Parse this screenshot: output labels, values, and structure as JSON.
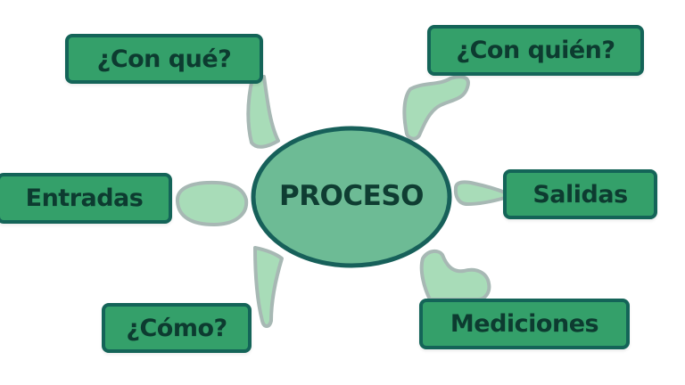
{
  "diagram": {
    "center": {
      "label": "PROCESO"
    },
    "nodes": [
      {
        "id": "con-que",
        "label": "¿Con qué?"
      },
      {
        "id": "con-quien",
        "label": "¿Con quién?"
      },
      {
        "id": "entradas",
        "label": "Entradas"
      },
      {
        "id": "salidas",
        "label": "Salidas"
      },
      {
        "id": "como",
        "label": "¿Cómo?"
      },
      {
        "id": "mediciones",
        "label": "Mediciones"
      }
    ]
  },
  "colors": {
    "box_fill": "#34a06a",
    "box_border": "#146458",
    "ellipse_fill": "#6dbb95",
    "ellipse_border": "#17605a",
    "connector_fill": "#a8dcb8",
    "connector_border": "#a7b8b4",
    "text": "#0d3b30"
  }
}
